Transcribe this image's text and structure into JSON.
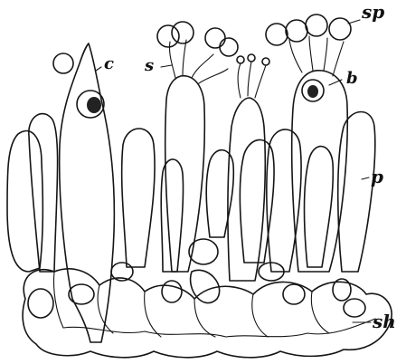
{
  "figure": {
    "labels": {
      "sp": "sp",
      "b": "b",
      "c": "c",
      "s": "s",
      "p": "p",
      "sh": "sh"
    },
    "colors": {
      "ink": "#151515",
      "paper": "#ffffff"
    }
  }
}
